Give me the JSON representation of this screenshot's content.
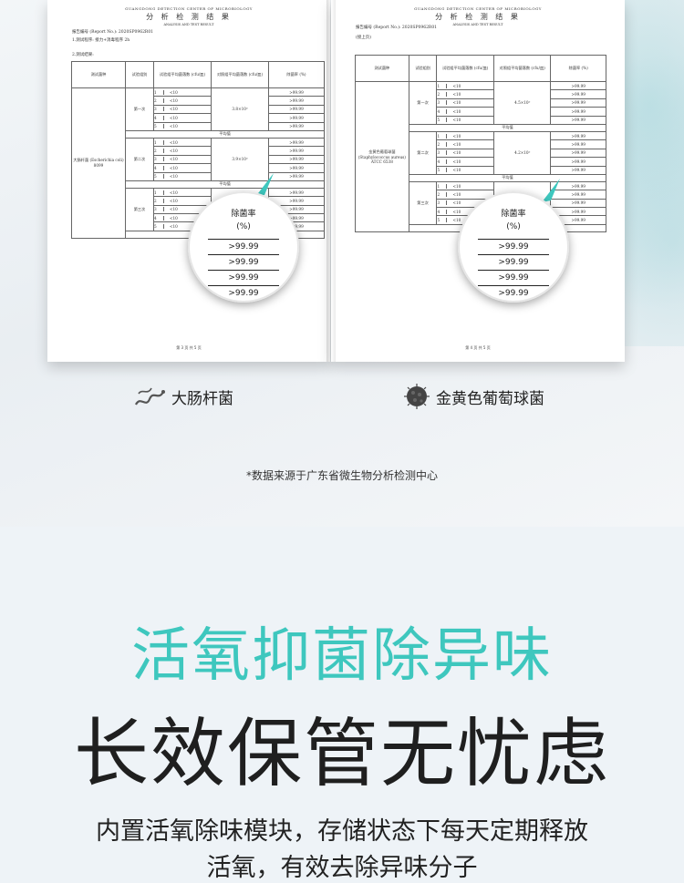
{
  "report_left": {
    "header_en": "GUANGDONG DETECTION CENTER OF MICROBIOLOGY",
    "header_cn": "分 析 检 测 结 果",
    "header_sub": "ANALYSIS AND TEST RESULT",
    "report_no": "报告编号 (Report No.): 2020SP0962R01",
    "procedure": "1.测试程序: 接力+消毒程序 2h",
    "result_label": "2.测试结果:",
    "columns": [
      "测试菌种",
      "试验组别",
      "试验组平均菌落数 (cfu/皿)",
      "对照组平均菌落数 (cfu/皿)",
      "除菌率 (%)"
    ],
    "organism": "大肠杆菌 (Escherichia coli) 8099",
    "groups": [
      {
        "label": "第一次",
        "control": "3.8×10⁵"
      },
      {
        "label": "第二次",
        "control": "3.9×10⁵"
      },
      {
        "label": "第三次",
        "control": ""
      }
    ],
    "cell_value": "<10",
    "rate_value": ">99.99",
    "avg_label": "平均值",
    "footer": "第 3 页 共 5 页"
  },
  "report_right": {
    "header_en": "GUANGDONG DETECTION CENTER OF MICROBIOLOGY",
    "header_cn": "分 析 检 测 结 果",
    "header_sub": "ANALYSIS AND TEST RESULT",
    "report_no": "报告编号 (Report No.): 2020SP0962R01",
    "cont": "(接上页)",
    "columns": [
      "测试菌种",
      "试验组别",
      "试验组平均菌落数 (cfu/皿)",
      "对照组平均菌落数 (cfu/皿)",
      "除菌率 (%)"
    ],
    "organism": "金黄色葡萄球菌 (Staphylococcus aureus) ATCC 6538",
    "groups": [
      {
        "label": "第一次",
        "control": "4.5×10⁵"
      },
      {
        "label": "第二次",
        "control": "4.2×10⁵"
      },
      {
        "label": "第三次",
        "control": ""
      }
    ],
    "cell_value": "<10",
    "rate_value": ">99.99",
    "avg_label": "平均值",
    "footer": "第 4 页 共 5 页"
  },
  "lens": {
    "heading": "除菌率",
    "unit": "(%)",
    "values": [
      ">99.99",
      ">99.99",
      ">99.99",
      ">99.99"
    ]
  },
  "legend": {
    "left_label": "大肠杆菌",
    "right_label": "金黄色葡萄球菌"
  },
  "source_note": "*数据来源于广东省微生物分析检测中心",
  "headline": "活氧抑菌除异味",
  "subheadline": "长效保管无忧虑",
  "description_line1": "内置活氧除味模块，存储状态下每天定期释放",
  "description_line2": "活氧，有效去除异味分子",
  "colors": {
    "accent": "#3ec7be",
    "text": "#1f1f1f",
    "bg_bottom": "#eef3f7"
  }
}
